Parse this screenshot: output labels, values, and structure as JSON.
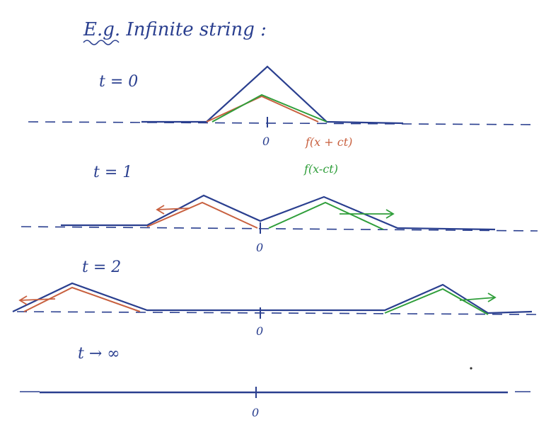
{
  "heading": "E.g. Infinite string :",
  "labels": {
    "f_plus": "f(x + ct)",
    "f_minus": "f(x-ct)"
  },
  "panels": [
    {
      "id": "t0",
      "time_label": "t = 0",
      "origin_label": "0"
    },
    {
      "id": "t1",
      "time_label": "t = 1",
      "origin_label": "0"
    },
    {
      "id": "t2",
      "time_label": "t = 2",
      "origin_label": "0"
    },
    {
      "id": "tinf",
      "time_label": "t → ∞",
      "origin_label": "0"
    }
  ],
  "colors": {
    "total": "#2a3f8f",
    "left_wave": "#c8603f",
    "right_wave": "#2f9e3a",
    "axis": "#2a3f8f"
  }
}
